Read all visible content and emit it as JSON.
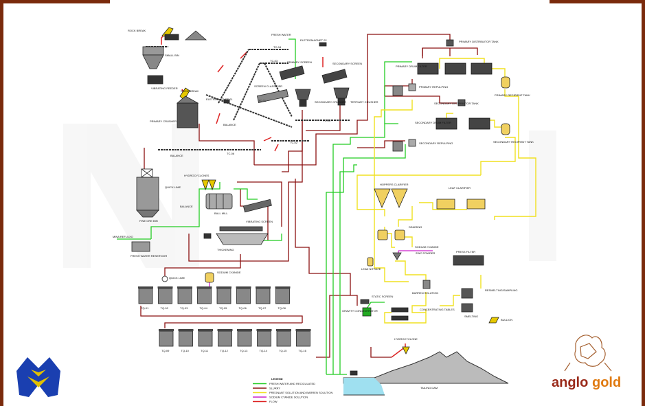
{
  "labels": {
    "rock_break_top": "ROCK BREAK",
    "small_bin": "SMALL BIN",
    "vibrating_feeder": "VIBRATING FEEDER",
    "rock_break_mid": "ROCK BREAK",
    "primary_crusher": "PRIMARY CRUSHER",
    "electromagnet_1": "ELETROMAGNET 01",
    "balance_1": "BALANCE",
    "screen_classifier": "SCREEN CLASSIFIER",
    "fresh_water_top": "FRESH WATER",
    "electromagnet_2": "ELETROMAGNET 02",
    "primary_screen": "PRIMARY SCREEN",
    "secondary_screen": "SECONDARY SCREEN",
    "secondary_crusher": "SECONDARY CRUSHER",
    "tertiary_crusher": "TERTIARY CRUSHER",
    "tc04": "TC-04",
    "tc03": "TC-03",
    "tc05": "TC-05",
    "tc01": "TC-01",
    "tc02": "TC-02",
    "tc06": "TC-06",
    "balance_2": "BALANCE",
    "quick_lime_1": "QUICK LIME",
    "hydrocyclones": "HYDROCYCLONES",
    "balance_3": "BALANCE",
    "fine_ore_bin": "FINE ORE BIN",
    "ball_mill": "BALL MILL",
    "vibrating_screen": "VIBRATING SCREEN",
    "thickening": "THICKENING",
    "mina_reflux": "MINA REFLUXO",
    "fresh_water_reservoir": "FRESH WATER RESERVOIR",
    "quick_lime_2": "QUICK LIME",
    "sodium_cyanide_1": "SODIUM CYANIDE",
    "primary_distributor_tank": "PRIMARY DISTRIBUTOR TANK",
    "primary_drum_filter": "PRIMARY DRUM FILTER",
    "primary_repulping": "PRIMARY REPULPING",
    "primary_recipient_tank": "PRIMARY RECIPIENT TANK",
    "secondary_distributor_tank": "SECONDARY DISTRIBUTOR TANK",
    "secondary_drum_filter": "SECONDARY DRUM FILTER",
    "secondary_repulping": "SECONDARY REPULPING",
    "secondary_recipient_tank": "SECONDARY RECIPIENT TANK",
    "hopper_clarifier": "HOPPERS CLARIFIER",
    "leaf_clarifier": "LEAF CLARIFIER",
    "deairing": "DEAIRING",
    "sodium_cyanide_2": "SODIUM CYANIDE",
    "zinc_powder": "ZINC POWDER",
    "lead_nitrate": "LEAD NITRATE",
    "press_filter": "PRESS FILTER",
    "barren_solution": "BARREN SOLUTION",
    "static_screen": "STATIC SCREEN",
    "gravity_concentrator": "GRAVITY CONCENTRATOR",
    "concentrating_tables": "CONCENTRATING TABLES",
    "smelting": "SMELTING",
    "bullion": "BULLION",
    "resmelting": "RESMELTING/SAMPLING",
    "hydrocyclone": "HYDROCYCLONE",
    "tailing_dam": "TAILING DAM",
    "tanks_row1": [
      "TQ-01",
      "TQ-02",
      "TQ-03",
      "TQ-04",
      "TQ-05",
      "TQ-06",
      "TQ-07",
      "TQ-08"
    ],
    "tanks_row2": [
      "TQ-09",
      "TQ-10",
      "TQ-11",
      "TQ-12",
      "TQ-13",
      "TQ-14",
      "TQ-15",
      "TQ-16"
    ]
  },
  "legend": {
    "title": "LEGEND",
    "items": [
      {
        "label": "FRESH WATER AND RECICULATED",
        "color": "#22cc22"
      },
      {
        "label": "SLURRY",
        "color": "#8b1010"
      },
      {
        "label": "PREGNANT SOLUTION AND BARREN SOLUTION",
        "color": "#f0e020"
      },
      {
        "label": "SODIUM CYANIDE SOLUTION",
        "color": "#cc22cc"
      },
      {
        "label": "FLOW",
        "color": "#dd2222"
      }
    ]
  },
  "logo_right": {
    "text1": "anglo",
    "text2": "gold"
  },
  "colors": {
    "frame": "#7a2a0c",
    "water": "#22cc22",
    "slurry": "#8b1010",
    "solution": "#f0e020",
    "cyanide": "#cc22cc",
    "flow": "#dd2222",
    "equipment": "#444444",
    "logo_blue": "#1a3fb0",
    "logo_gold": "#e0a800"
  }
}
